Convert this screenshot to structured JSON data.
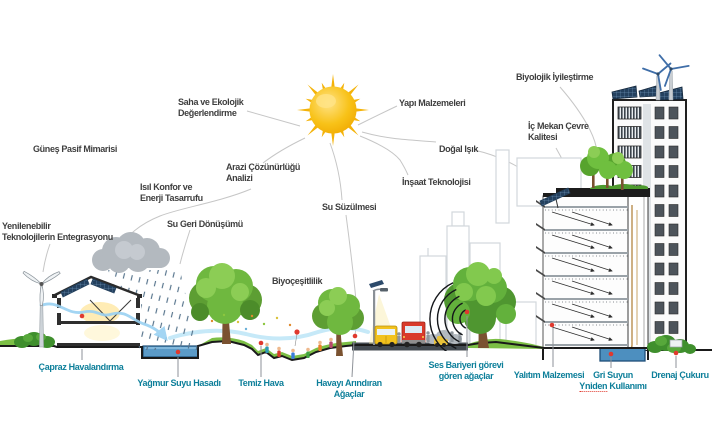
{
  "colors": {
    "label": "#3f3f3f",
    "label_teal": "#0d7f9a",
    "connector": "#c6c6c6",
    "marker_red": "#e0392e",
    "sun": "#f5b70a",
    "grass": "#7cbf45",
    "foliage": "#5d9e33",
    "water": "#5b9bc8",
    "cloud": "#b3b9bf"
  },
  "labels": {
    "saha": [
      "Saha ve Ekolojik",
      "Değerlendirme"
    ],
    "gunes_pasif": [
      "Güneş Pasif Mimarisi"
    ],
    "yenilenebilir": [
      "Yenilenebilir",
      "Teknolojilerin Entegrasyonu"
    ],
    "isil_konfor": [
      "Isıl Konfor ve",
      "Enerji Tasarrufu"
    ],
    "su_geri": [
      "Su Geri Dönüşümü"
    ],
    "arazi": [
      "Arazi Çözünürlüğü",
      "Analizi"
    ],
    "su_suzulmesi": [
      "Su Süzülmesi"
    ],
    "biyocesitlilik": [
      "Biyoçeşitlilik"
    ],
    "yapi_malzemeleri": [
      "Yapı Malzemeleri"
    ],
    "dogal_isik": [
      "Doğal Işık"
    ],
    "insaat": [
      "İnşaat Teknolojisi"
    ],
    "biyolojik": [
      "Biyolojik İyileştirme"
    ],
    "ic_mekan": [
      "İç Mekan Çevre",
      "Kalitesi"
    ],
    "capraz": [
      "Çapraz Havalandırma"
    ],
    "yagmur": [
      "Yağmur Suyu Hasadı"
    ],
    "temiz_hava": [
      "Temiz Hava"
    ],
    "havayi": [
      "Havayı Arındıran",
      "Ağaçlar"
    ],
    "ses_bariyeri": [
      "Ses Bariyeri görevi",
      "gören ağaçlar"
    ],
    "yalitim": [
      "Yalıtım Malzemesi"
    ],
    "gri_suyun": {
      "line1": "Gri Suyun",
      "line2_word1": "Yniden",
      "line2_word2": "Kullanımı"
    },
    "drenaj": [
      "Drenaj Çukuru"
    ]
  },
  "illustration": {
    "elements": [
      "sun",
      "rain-cloud",
      "rain",
      "wind-turbine",
      "solar-house",
      "cross-ventilation-airflow",
      "rainwater-basin",
      "park-trees",
      "playing-children",
      "street-lamp",
      "bus",
      "truck",
      "pedestrians",
      "noise-barrier-arcs",
      "city-silhouette",
      "green-roof-building",
      "high-rise-with-solar-and-wind",
      "graywater-tank",
      "drainage-bushes"
    ]
  }
}
